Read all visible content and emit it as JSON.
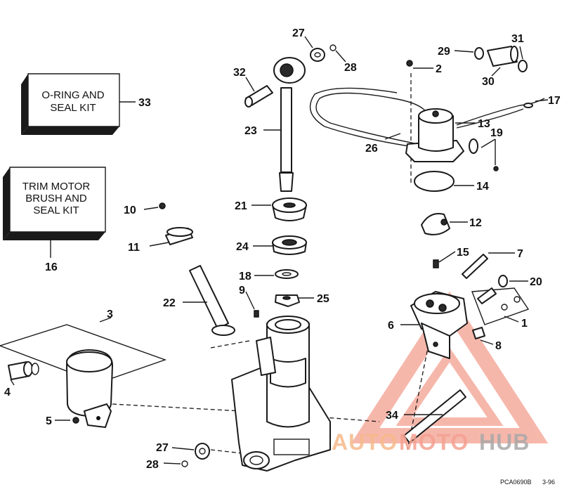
{
  "kits": {
    "oring_line1": "O-RING AND",
    "oring_line2": "SEAL KIT",
    "oring_num": "33",
    "trim_line1": "TRIM MOTOR",
    "trim_line2": "BRUSH AND",
    "trim_line3": "SEAL KIT",
    "trim_num": "16"
  },
  "callouts": {
    "c1": "1",
    "c2": "2",
    "c3": "3",
    "c4": "4",
    "c5": "5",
    "c6": "6",
    "c7": "7",
    "c8": "8",
    "c9": "9",
    "c10": "10",
    "c11": "11",
    "c12": "12",
    "c13": "13",
    "c14": "14",
    "c15": "15",
    "c17": "17",
    "c18": "18",
    "c19": "19",
    "c20": "20",
    "c21": "21",
    "c22": "22",
    "c23": "23",
    "c24": "24",
    "c25": "25",
    "c26": "26",
    "c27a": "27",
    "c27b": "27",
    "c28a": "28",
    "c28b": "28",
    "c29": "29",
    "c30": "30",
    "c31": "31",
    "c32": "32",
    "c34": "34"
  },
  "footer": {
    "code": "PCA0690B",
    "date": "3-96"
  },
  "watermark": {
    "part1": "AUTO",
    "part2": "MOTO",
    "part3": "HUB",
    "color_primary": "#f4a090",
    "color_secondary": "#f6b98a",
    "color_dark": "#a8a8a8"
  }
}
